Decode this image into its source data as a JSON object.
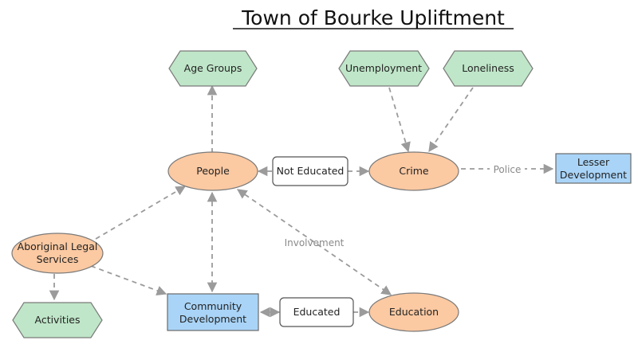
{
  "title": "Town of Bourke Upliftment",
  "colors": {
    "outcome_node": "#fbc9a2",
    "factor_node": "#bfe6c8",
    "result_node": "#a9d4f7",
    "edge": "#9b9b9b"
  },
  "nodes": {
    "age_groups": "Age Groups",
    "unemployment": "Unemployment",
    "loneliness": "Loneliness",
    "people": "People",
    "not_educated": "Not Educated",
    "crime": "Crime",
    "lesser_development": [
      "Lesser",
      "Development"
    ],
    "aboriginal_legal_services": [
      "Aboriginal Legal",
      "Services"
    ],
    "activities": "Activities",
    "community_development": [
      "Community",
      "Development"
    ],
    "educated": "Educated",
    "education": "Education"
  },
  "edge_labels": {
    "police": "Police",
    "involvement": "Involvement"
  }
}
